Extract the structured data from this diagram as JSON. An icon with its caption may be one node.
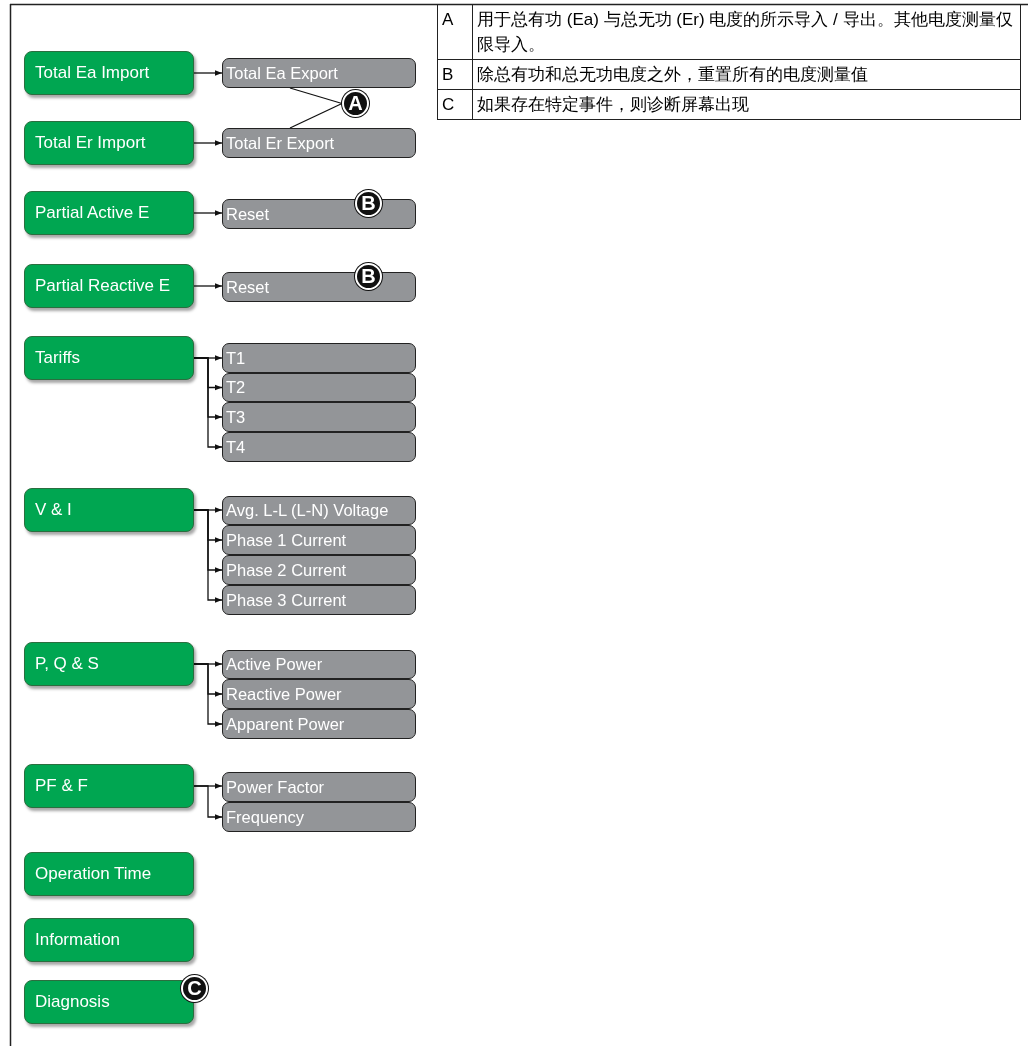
{
  "diagram": {
    "nodes": [
      {
        "text": [
          "Total Ea Import"
        ]
      },
      {
        "text": [
          "Total Ea Export"
        ]
      },
      {
        "text": [
          "A"
        ]
      },
      {
        "text": [
          "Total Er Import"
        ]
      },
      {
        "text": [
          "Total Er Export"
        ]
      },
      {
        "text": [
          "Partial Active E"
        ]
      },
      {
        "text": [
          "Reset"
        ]
      },
      {
        "text": [
          "B"
        ]
      },
      {
        "text": [
          "Partial Reactive E"
        ]
      },
      {
        "text": [
          "Reset"
        ]
      },
      {
        "text": [
          "B"
        ]
      },
      {
        "text": [
          "Tariffs"
        ]
      },
      {
        "text": [
          "T1"
        ]
      },
      {
        "text": [
          "T2"
        ]
      },
      {
        "text": [
          "T3"
        ]
      },
      {
        "text": [
          "T4"
        ]
      },
      {
        "text": [
          "V & I"
        ]
      },
      {
        "text": [
          "Avg. L-L (L-N) Voltage"
        ]
      },
      {
        "text": [
          "Phase 1 Current"
        ]
      },
      {
        "text": [
          "Phase 2 Current"
        ]
      },
      {
        "text": [
          "Phase 3 Current"
        ]
      },
      {
        "text": [
          "P, Q & S"
        ]
      },
      {
        "text": [
          "Active Power"
        ]
      },
      {
        "text": [
          "Reactive Power"
        ]
      },
      {
        "text": [
          "Apparent Power"
        ]
      },
      {
        "text": [
          "PF & F"
        ]
      },
      {
        "text": [
          "Power Factor"
        ]
      },
      {
        "text": [
          "Frequency"
        ]
      },
      {
        "text": [
          "Operation Time"
        ]
      },
      {
        "text": [
          "Information"
        ]
      },
      {
        "text": [
          "Diagnosis"
        ]
      },
      {
        "text": [
          "C"
        ]
      }
    ],
    "edges": [
      {
        "from": 0,
        "to": 1,
        "arrow": "to"
      },
      {
        "from": 2,
        "to": 1,
        "arrow": "none"
      },
      {
        "from": 2,
        "to": 4,
        "arrow": "none"
      },
      {
        "from": 3,
        "to": 4,
        "arrow": "to"
      },
      {
        "from": 5,
        "to": 6,
        "arrow": "to"
      },
      {
        "from": 8,
        "to": 9,
        "arrow": "to"
      },
      {
        "from": 11,
        "to": 12,
        "arrow": "to"
      },
      {
        "from": 11,
        "to": 13,
        "arrow": "to"
      },
      {
        "from": 11,
        "to": 14,
        "arrow": "to"
      },
      {
        "from": 11,
        "to": 15,
        "arrow": "to"
      },
      {
        "from": 16,
        "to": 17,
        "arrow": "to"
      },
      {
        "from": 16,
        "to": 18,
        "arrow": "to"
      },
      {
        "from": 16,
        "to": 19,
        "arrow": "to"
      },
      {
        "from": 16,
        "to": 20,
        "arrow": "to"
      },
      {
        "from": 21,
        "to": 22,
        "arrow": "to"
      },
      {
        "from": 21,
        "to": 23,
        "arrow": "to"
      },
      {
        "from": 21,
        "to": 24,
        "arrow": "to"
      },
      {
        "from": 25,
        "to": 26,
        "arrow": "to"
      },
      {
        "from": 25,
        "to": 27,
        "arrow": "to"
      }
    ],
    "labels": [
      "A",
      "用于总有功 (Ea) 与总无功 (Er) 电度的所示导入 / 导出。其他电度测量仅限导入。",
      "B",
      "除总有功和总无功电度之外，重置所有的电度测量值",
      "C",
      "如果存在特定事件，则诊断屏幕出现"
    ]
  }
}
